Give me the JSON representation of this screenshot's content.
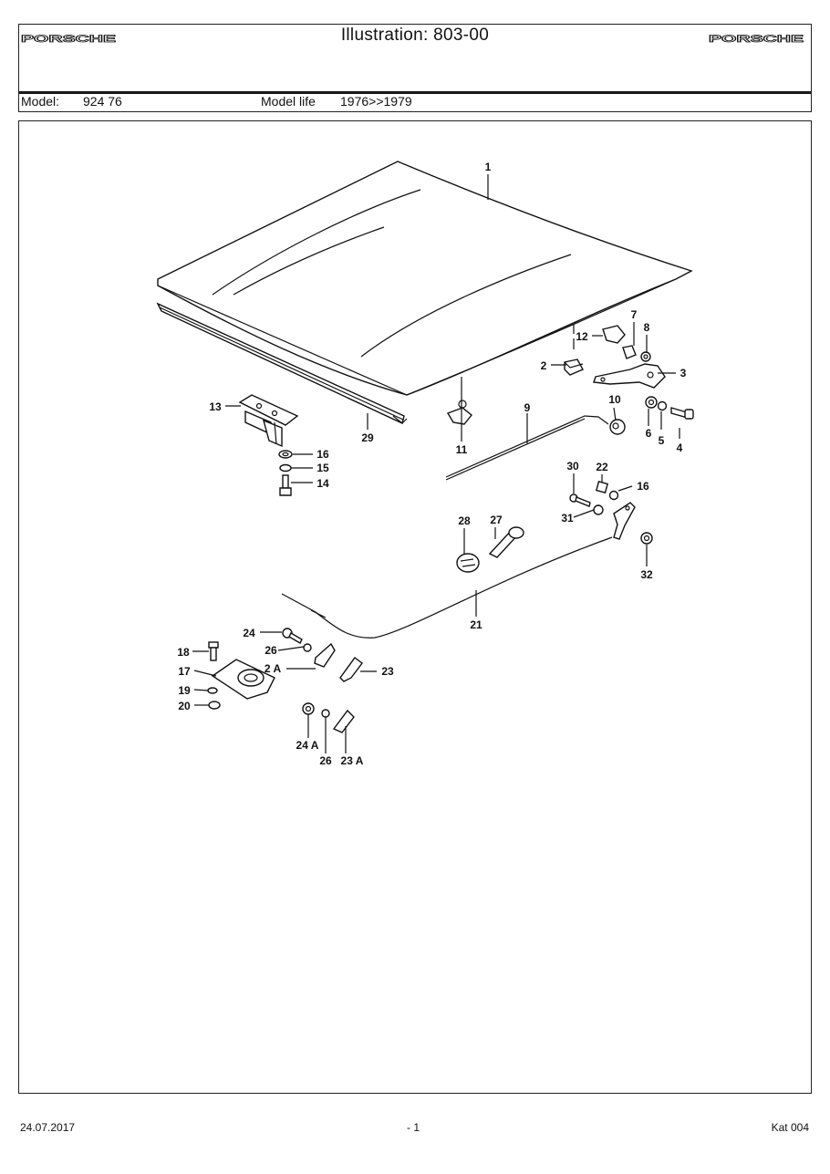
{
  "header": {
    "brand_left": "PORSCHE",
    "brand_right": "PORSCHE",
    "title": "Illustration: 803-00"
  },
  "model_bar": {
    "model_label": "Model:",
    "model_value": "924 76",
    "life_label": "Model life",
    "life_value": "1976>>1979"
  },
  "callouts": {
    "p1": "1",
    "p2": "2",
    "p2a": "2 A",
    "p3": "3",
    "p4": "4",
    "p5": "5",
    "p6": "6",
    "p7": "7",
    "p8": "8",
    "p9": "9",
    "p10": "10",
    "p11": "11",
    "p12": "12",
    "p13": "13",
    "p14": "14",
    "p15": "15",
    "p16a": "16",
    "p16b": "16",
    "p17": "17",
    "p18": "18",
    "p19": "19",
    "p20": "20",
    "p21": "21",
    "p22": "22",
    "p23": "23",
    "p23a": "23 A",
    "p24": "24",
    "p24a": "24 A",
    "p26a": "26",
    "p26b": "26",
    "p27": "27",
    "p28": "28",
    "p29": "29",
    "p30": "30",
    "p31": "31",
    "p32": "32"
  },
  "footer": {
    "date": "24.07.2017",
    "page": "- 1",
    "catalog": "Kat 004"
  }
}
